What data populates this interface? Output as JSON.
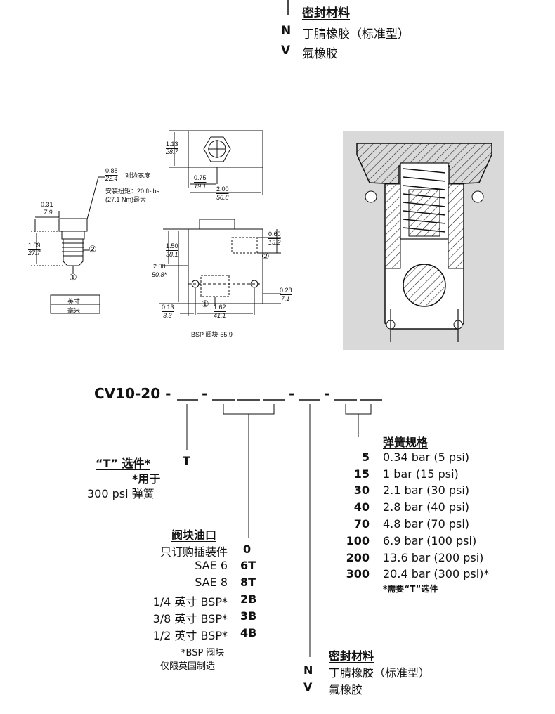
{
  "top_seal": {
    "title": "密封材料",
    "options": [
      {
        "code": "N",
        "label": "丁腈橡胶（标准型）"
      },
      {
        "code": "V",
        "label": "氟橡胶"
      }
    ]
  },
  "drawing": {
    "dim_088": "0.88",
    "dim_224": "22.4",
    "hex_note": "对边宽度",
    "torque_line1": "安装扭矩：20 ft-lbs",
    "torque_line2": "(27.1 Nm)最大",
    "dim_031": "0.31",
    "dim_79": "7.9",
    "dim_109": "1.09",
    "dim_277": "27.7",
    "port1": "①",
    "port2": "②",
    "legend_inch": "英寸",
    "legend_mm": "毫米",
    "dim_113": "1.13",
    "dim_287": "28.7",
    "dim_075": "0.75",
    "dim_191": "19.1",
    "dim_200": "2.00",
    "dim_508": "50.8",
    "dim_060": "0.60",
    "dim_152": "15.2",
    "dim_150": "1.50",
    "dim_381": "38.1",
    "dim_200b": "2.00",
    "dim_508b": "50.8*",
    "dim_028": "0.28",
    "dim_71": "7.1",
    "dim_013": "0.13",
    "dim_33": "3.3",
    "dim_162": "1.62",
    "dim_411": "41.1",
    "block_caption": "BSP 阀块-55.9"
  },
  "model": {
    "code": "CV10-20 -",
    "dash": "-"
  },
  "t_option": {
    "title": "“T” 选件*",
    "code": "T",
    "note_line1": "*用于",
    "note_line2": "300 psi 弹簧"
  },
  "ports": {
    "title": "阀块油口",
    "items": [
      {
        "label": "只订购插装件",
        "code": "0"
      },
      {
        "label": "SAE 6",
        "code": "6T"
      },
      {
        "label": "SAE 8",
        "code": "8T"
      },
      {
        "label": "1/4 英寸 BSP*",
        "code": "2B"
      },
      {
        "label": "3/8 英寸 BSP*",
        "code": "3B"
      },
      {
        "label": "1/2 英寸 BSP*",
        "code": "4B"
      }
    ],
    "note_line1": "*BSP 阀块",
    "note_line2": "仅限英国制造"
  },
  "spring": {
    "title": "弹簧规格",
    "items": [
      {
        "code": "5",
        "label": "0.34 bar (5 psi)"
      },
      {
        "code": "15",
        "label": "1 bar (15 psi)"
      },
      {
        "code": "30",
        "label": "2.1 bar (30 psi)"
      },
      {
        "code": "40",
        "label": "2.8 bar (40 psi)"
      },
      {
        "code": "70",
        "label": "4.8 bar (70 psi)"
      },
      {
        "code": "100",
        "label": "6.9 bar (100 psi)"
      },
      {
        "code": "200",
        "label": "13.6 bar (200 psi)"
      },
      {
        "code": "300",
        "label": "20.4 bar (300 psi)*"
      }
    ],
    "note": "*需要“T”选件"
  },
  "seal": {
    "title": "密封材料",
    "options": [
      {
        "code": "N",
        "label": "丁腈橡胶（标准型）"
      },
      {
        "code": "V",
        "label": "氟橡胶"
      }
    ]
  }
}
